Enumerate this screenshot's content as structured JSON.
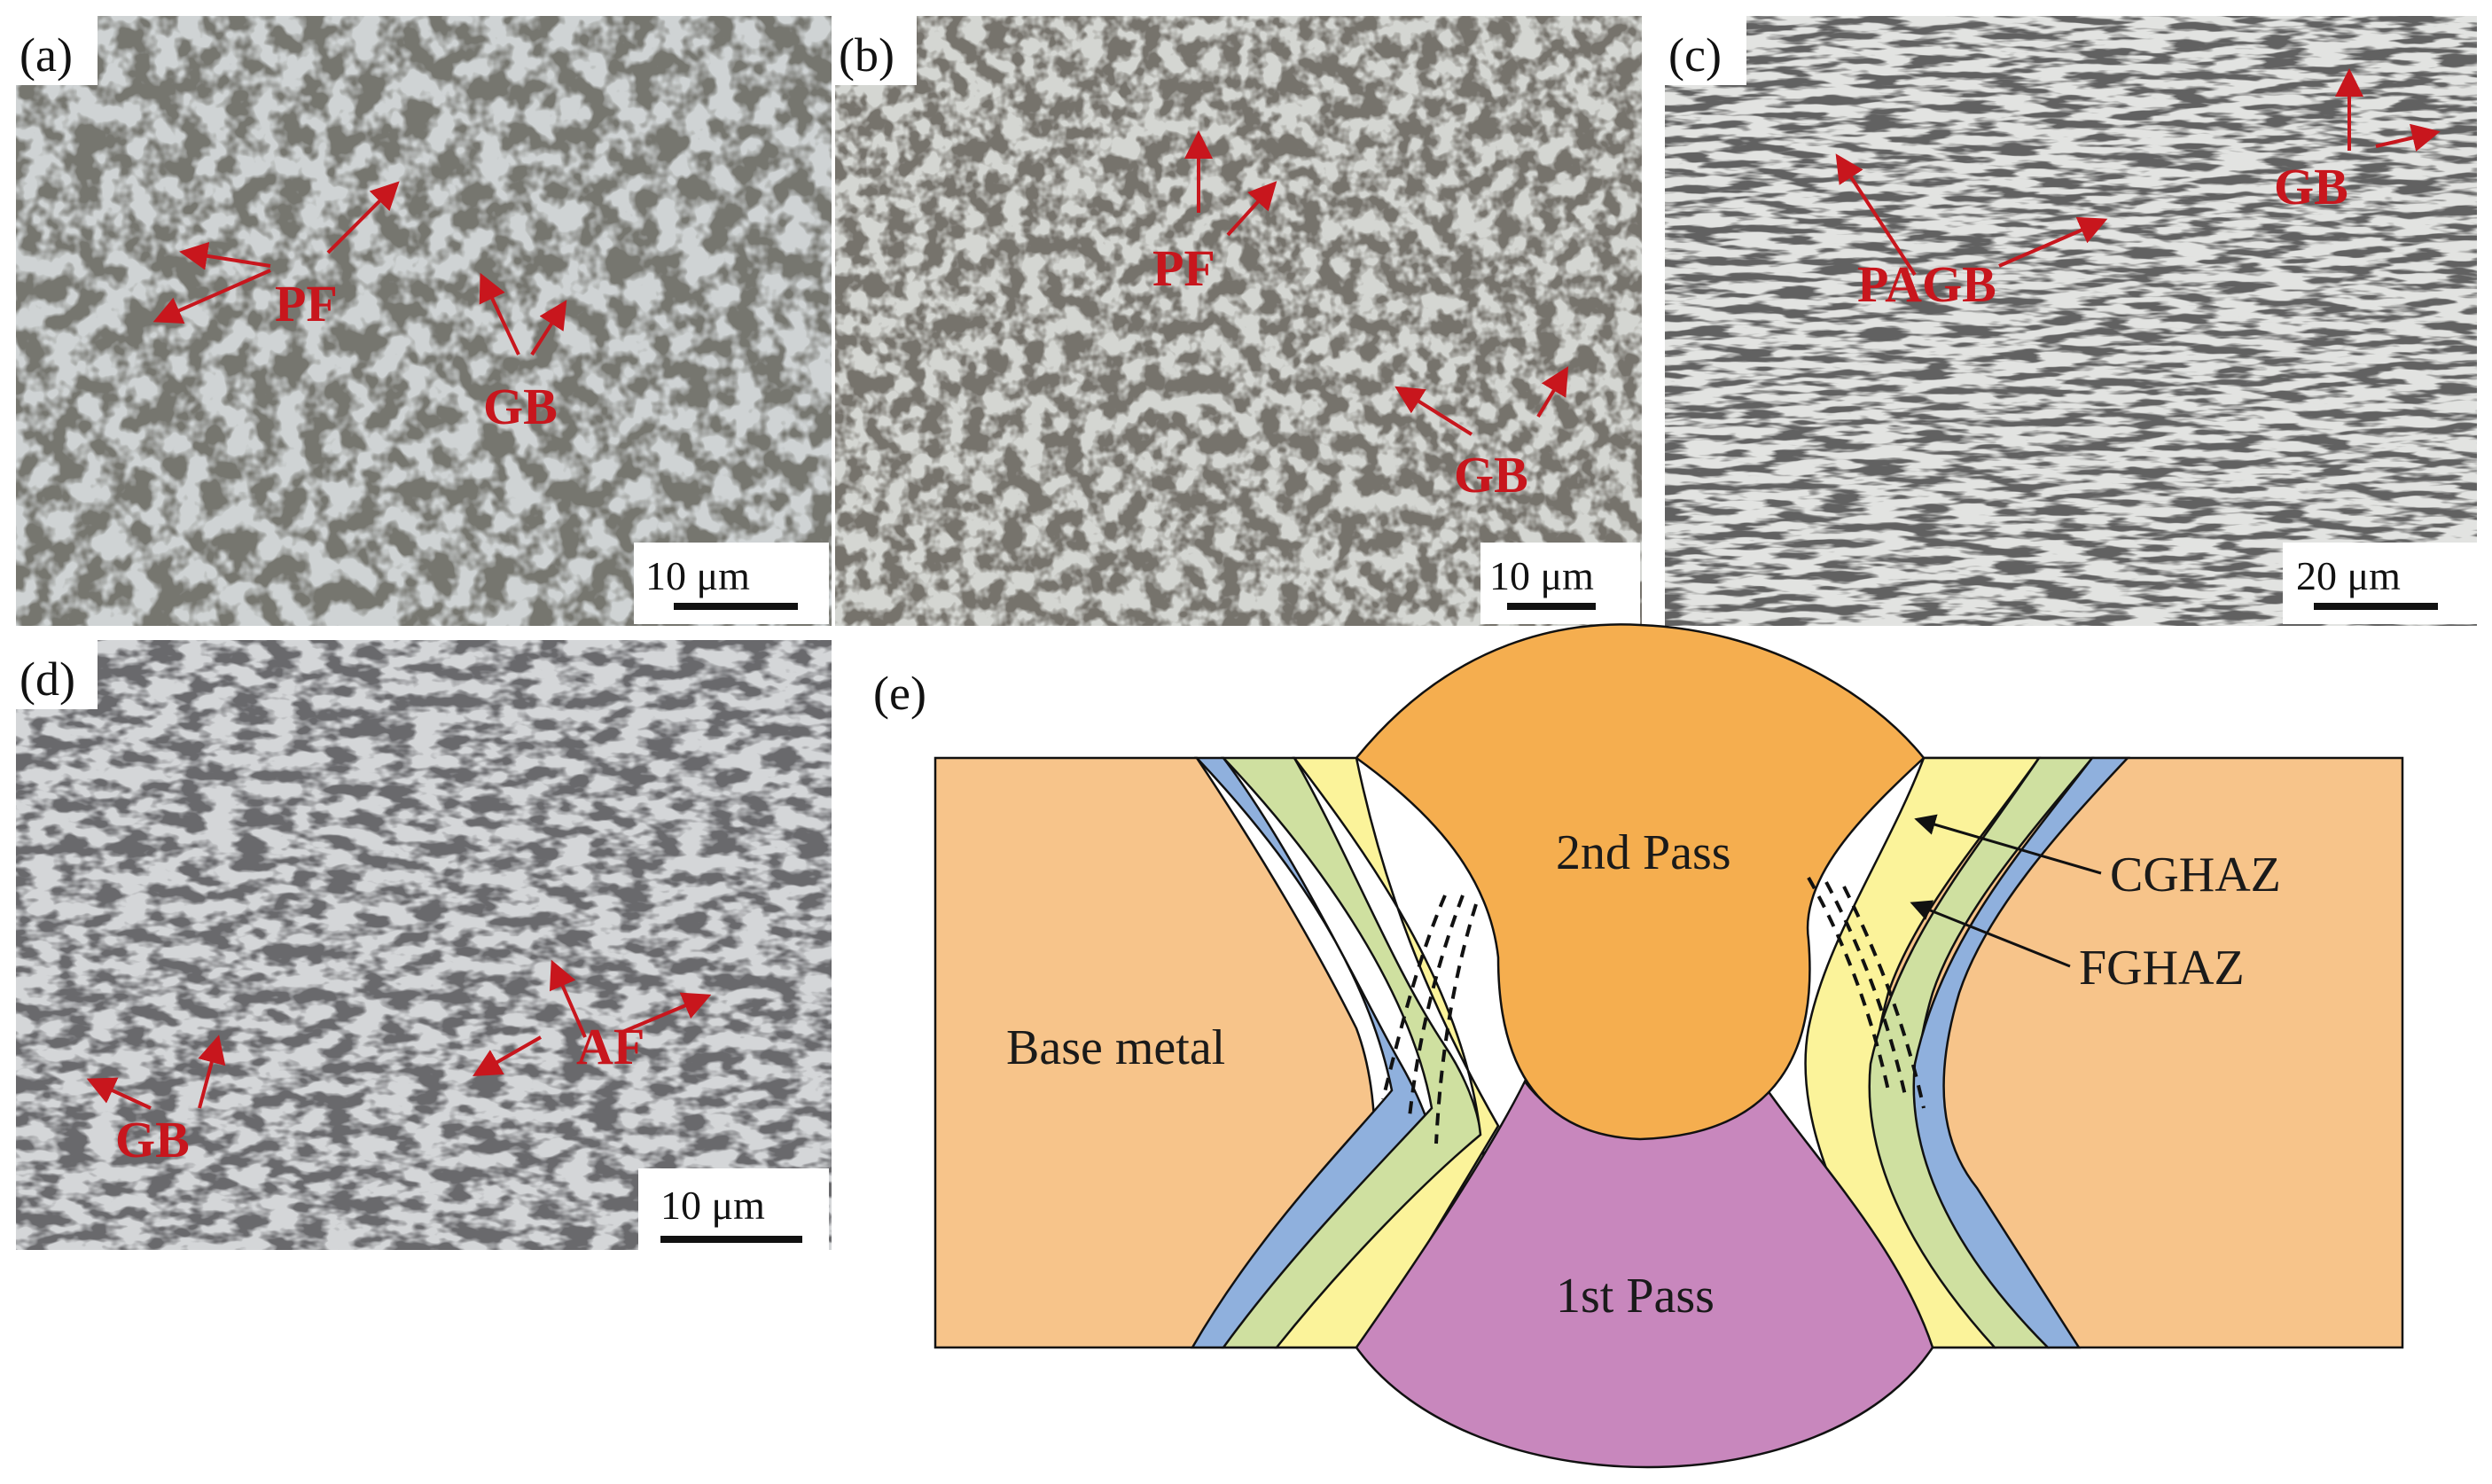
{
  "panels": {
    "a": {
      "letter": "(a)",
      "labels": [
        "PF",
        "GB"
      ],
      "scale_bar": "10 μm"
    },
    "b": {
      "letter": "(b)",
      "labels": [
        "PF",
        "GB"
      ],
      "scale_bar": "10 μm"
    },
    "c": {
      "letter": "(c)",
      "labels": [
        "PAGB",
        "GB"
      ],
      "scale_bar": "20 μm"
    },
    "d": {
      "letter": "(d)",
      "labels": [
        "AF",
        "GB"
      ],
      "scale_bar": "10 μm"
    }
  },
  "schematic": {
    "letter": "(e)",
    "second_pass": "2nd Pass",
    "first_pass": "1st Pass",
    "base_metal": "Base metal",
    "cghaz": "CGHAZ",
    "fghaz": "FGHAZ"
  },
  "colors": {
    "annotation": "#c8161d",
    "base_metal": "#f7c48a",
    "second_pass": "#f5ae4f",
    "first_pass": "#c887bd",
    "cghaz": "#fbf39a",
    "fghaz": "#cfe0a0",
    "outer_haz": "#8fb0dd"
  }
}
